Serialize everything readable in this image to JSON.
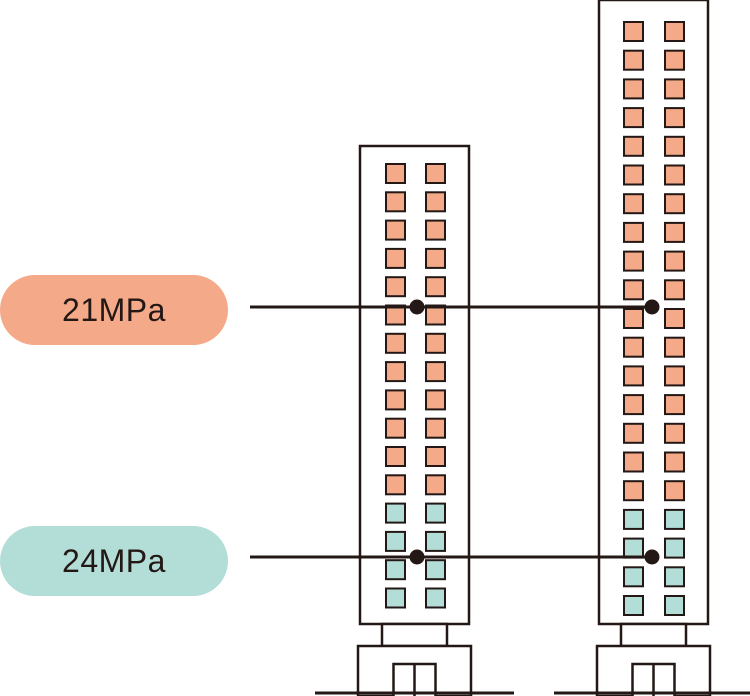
{
  "labels": {
    "upper": {
      "text": "21MPa",
      "color": "#f4a988"
    },
    "lower": {
      "text": "24MPa",
      "color": "#b3ded8"
    }
  },
  "colors": {
    "outline": "#231815",
    "upper_window": "#f4a988",
    "lower_window": "#b3ded8"
  },
  "buildings": {
    "short": {
      "floors": 16,
      "lower_floors": 4,
      "windows_per_floor": 2
    },
    "tall": {
      "floors": 21,
      "lower_floors": 4,
      "windows_per_floor": 2
    }
  }
}
